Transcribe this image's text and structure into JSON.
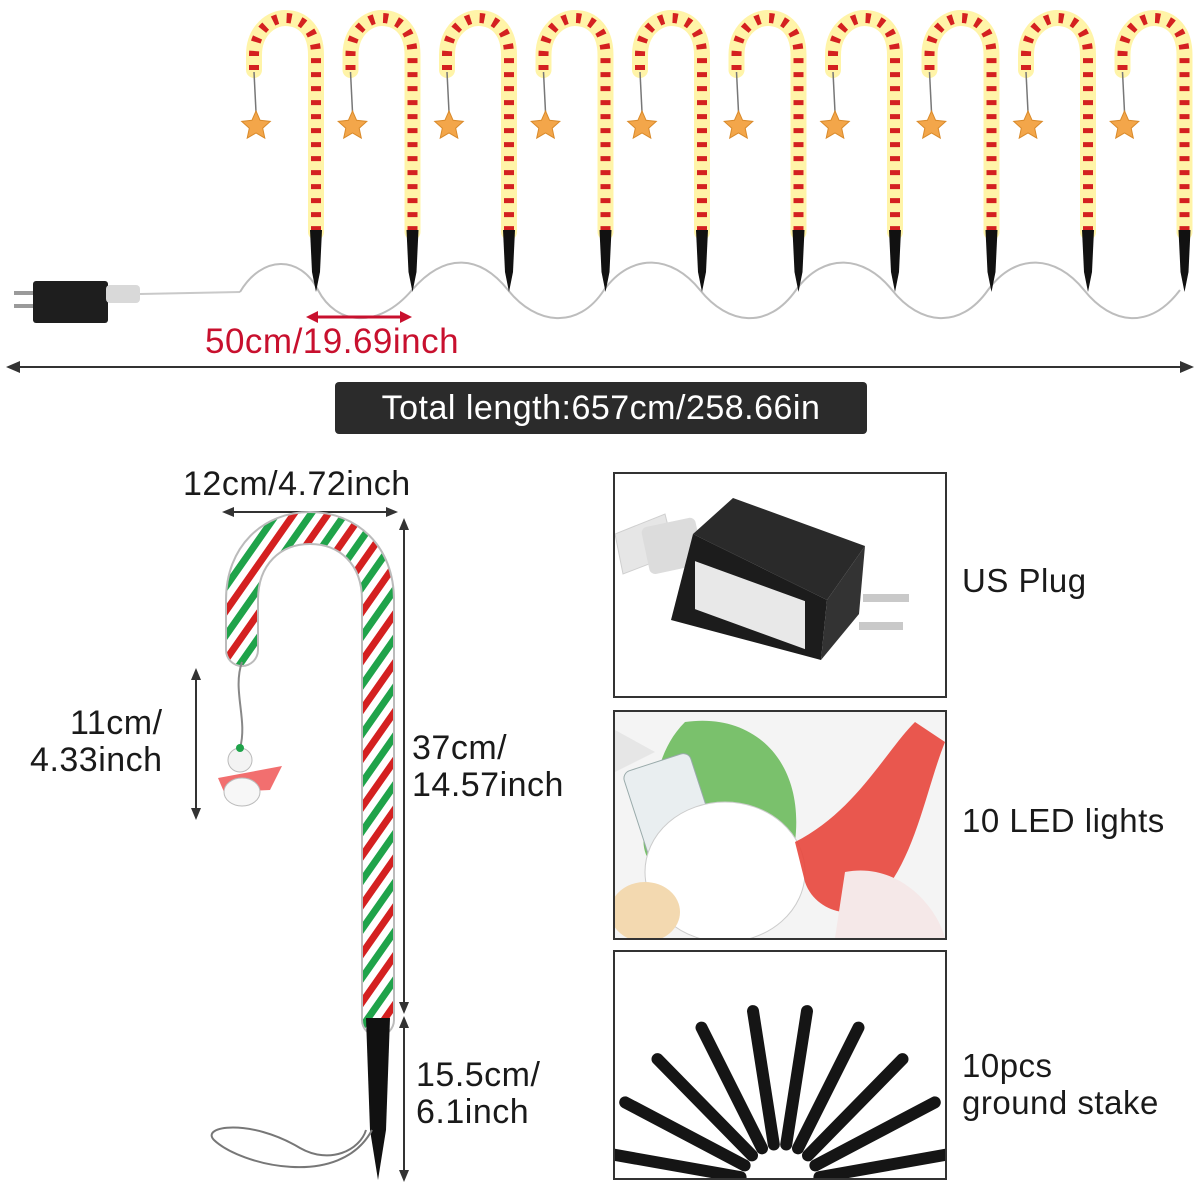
{
  "top": {
    "spacing_label": "50cm/19.69inch",
    "total_length_label": "Total length:657cm/258.66in",
    "cane_count": 10
  },
  "cane_dimensions": {
    "width_label": "12cm/4.72inch",
    "pendant_label_line1": "11cm/",
    "pendant_label_line2": "4.33inch",
    "cane_height_line1": "37cm/",
    "cane_height_line2": "14.57inch",
    "stake_height_line1": "15.5cm/",
    "stake_height_line2": "6.1inch"
  },
  "features": [
    {
      "label": "US Plug",
      "icon": "us-plug-adapter"
    },
    {
      "label": "10 LED lights",
      "icon": "led-light-closeup"
    },
    {
      "label_line1": "10pcs",
      "label_line2": "ground stake",
      "icon": "ground-stakes"
    }
  ],
  "colors": {
    "cane_red": "#d42020",
    "cane_green": "#1fa34a",
    "lit_yellow": "#f7e06a",
    "label_red": "#c8102e",
    "badge_bg": "#2b2b2b"
  }
}
